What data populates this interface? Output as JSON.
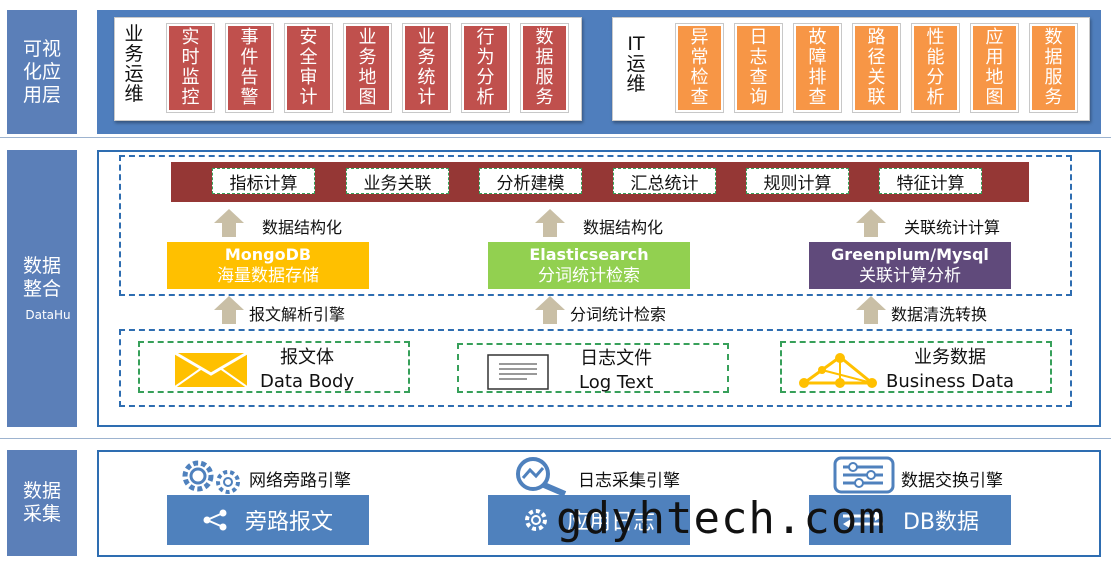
{
  "tiers": {
    "visual": "可视\n化应\n用层",
    "integration": "数据\n整合",
    "integration_sub": "DataHu",
    "collection": "数据\n采集"
  },
  "visual_layer": {
    "business_label": "业\n务\n运\n维",
    "business_tiles": [
      "实\n时\n监\n控",
      "事\n件\n告\n警",
      "安\n全\n审\n计",
      "业\n务\n地\n图",
      "业\n务\n统\n计",
      "行\n为\n分\n析",
      "数\n据\n服\n务"
    ],
    "it_label": "IT\n运\n维",
    "it_tiles": [
      "异\n常\n检\n查",
      "日\n志\n查\n询",
      "故\n障\n排\n查",
      "路\n径\n关\n联",
      "性\n能\n分\n析",
      "应\n用\n地\n图",
      "数\n据\n服\n务"
    ]
  },
  "compute": {
    "items": [
      "指标计算",
      "业务关联",
      "分析建模",
      "汇总统计",
      "规则计算",
      "特征计算"
    ]
  },
  "stores": [
    {
      "name": "MongoDB",
      "desc": "海量数据存储",
      "color": "#ffc000",
      "arrow_up": "数据结构化",
      "arrow_in": "报文解析引擎"
    },
    {
      "name": "Elasticsearch",
      "desc": "分词统计检索",
      "color": "#92d050",
      "arrow_up": "数据结构化",
      "arrow_in": "分词统计检索"
    },
    {
      "name": "Greenplum/Mysql",
      "desc": "关联计算分析",
      "color": "#604a7b",
      "arrow_up": "关联统计计算",
      "arrow_in": "数据清洗转换"
    }
  ],
  "sources": [
    {
      "cn": "报文体",
      "en": "Data Body",
      "icon": "envelope-icon"
    },
    {
      "cn": "日志文件",
      "en": "Log Text",
      "icon": "document-icon"
    },
    {
      "cn": "业务数据",
      "en": "Business Data",
      "icon": "network-triangle-icon"
    }
  ],
  "collection": [
    {
      "engine": "网络旁路引擎",
      "engine_icon": "gears-icon",
      "label": "旁路报文",
      "label_icon": "share-icon"
    },
    {
      "engine": "日志采集引擎",
      "engine_icon": "chart-magnifier-icon",
      "label": "应用日志",
      "label_icon": "gear-icon"
    },
    {
      "engine": "数据交换引擎",
      "engine_icon": "sliders-icon",
      "label": "DB数据",
      "label_icon": "arrows-icon"
    }
  ],
  "watermark": "gdyhtech.com",
  "colors": {
    "tier_blue": "#5b7fb8",
    "panel_border": "#2e6db1",
    "business_tile": "#c0504d",
    "it_tile": "#f79646",
    "compute_bar": "#953735",
    "collector": "#4f81bd"
  }
}
